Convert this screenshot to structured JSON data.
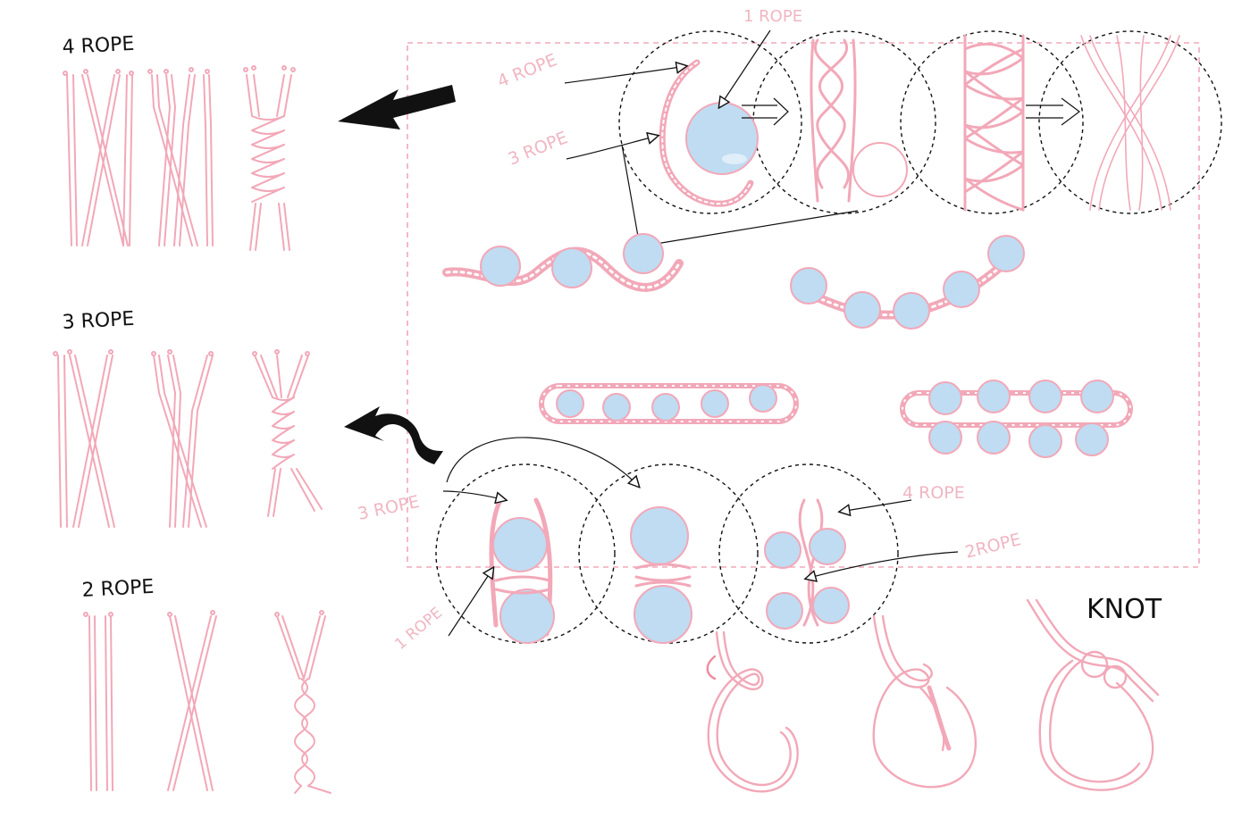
{
  "colors": {
    "rope": "#f2a8b8",
    "rope_light": "#f7c9d3",
    "bead": "#bfdcf2",
    "bead_edge": "#f2a8b8",
    "ink": "#111111",
    "label_pink": "#f0b6c2",
    "frame": "#f2a8b8"
  },
  "left_sections": [
    {
      "title": "4 ROPE",
      "icons": [
        "four-strand-open",
        "four-strand-crossing",
        "four-strand-braid"
      ]
    },
    {
      "title": "3 ROPE",
      "icons": [
        "three-strand-open",
        "three-strand-crossing",
        "three-strand-braid"
      ]
    },
    {
      "title": "2 ROPE",
      "icons": [
        "two-strand-open",
        "two-strand-crossing",
        "two-strand-twist"
      ]
    }
  ],
  "callouts": {
    "top_one_rope": "1 ROPE",
    "top_four_rope": "4 ROPE",
    "top_three_rope": "3 ROPE",
    "bottom_three_rope": "3 ROPE",
    "bottom_one_rope": "1 ROPE",
    "bottom_four_rope": "4 ROPE",
    "bottom_two_rope": "2ROPE"
  },
  "knot_label": "KNOT"
}
